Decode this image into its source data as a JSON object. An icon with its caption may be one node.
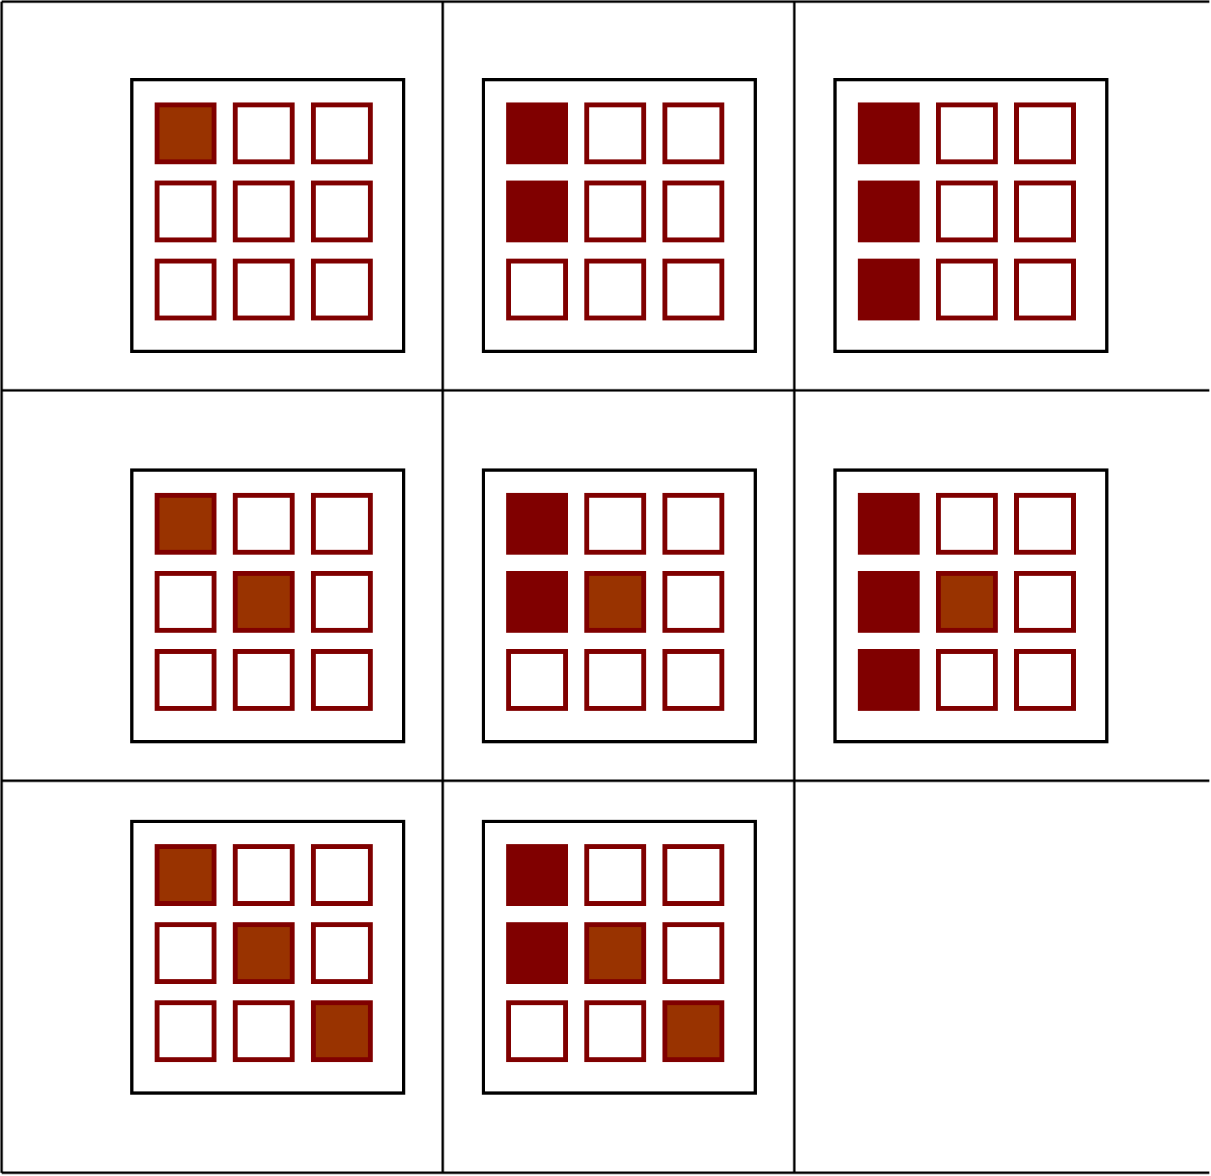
{
  "diagram": {
    "nodes": [
      {
        "text": [],
        "shape": "box"
      },
      {
        "text": [],
        "shape": "box",
        "in": 0
      },
      {
        "text": [],
        "shape": "box",
        "in": 0
      },
      {
        "text": [],
        "shape": "box",
        "in": 0
      },
      {
        "text": [],
        "shape": "box",
        "in": 0
      },
      {
        "text": [],
        "shape": "box",
        "in": 0
      },
      {
        "text": [],
        "shape": "box",
        "in": 0
      },
      {
        "text": [],
        "shape": "box",
        "in": 0
      },
      {
        "text": [],
        "shape": "box",
        "in": 0
      },
      {
        "text": [],
        "shape": "box",
        "in": 0
      },
      {
        "text": [],
        "shape": "box"
      },
      {
        "text": [],
        "shape": "box",
        "in": 10
      },
      {
        "text": [],
        "shape": "box",
        "in": 10
      },
      {
        "text": [],
        "shape": "box",
        "in": 10
      },
      {
        "text": [],
        "shape": "box",
        "in": 10
      },
      {
        "text": [],
        "shape": "box",
        "in": 10
      },
      {
        "text": [],
        "shape": "box",
        "in": 10
      },
      {
        "text": [],
        "shape": "box",
        "in": 10
      },
      {
        "text": [],
        "shape": "box",
        "in": 10
      },
      {
        "text": [],
        "shape": "box",
        "in": 10
      },
      {
        "text": [],
        "shape": "box"
      },
      {
        "text": [],
        "shape": "box",
        "in": 20
      },
      {
        "text": [],
        "shape": "box",
        "in": 20
      },
      {
        "text": [],
        "shape": "box",
        "in": 20
      },
      {
        "text": [],
        "shape": "box",
        "in": 20
      },
      {
        "text": [],
        "shape": "box",
        "in": 20
      },
      {
        "text": [],
        "shape": "box",
        "in": 20
      },
      {
        "text": [],
        "shape": "box",
        "in": 20
      },
      {
        "text": [],
        "shape": "box",
        "in": 20
      },
      {
        "text": [],
        "shape": "box",
        "in": 20
      },
      {
        "text": [],
        "shape": "box"
      },
      {
        "text": [],
        "shape": "box",
        "in": 30
      },
      {
        "text": [],
        "shape": "box",
        "in": 30
      },
      {
        "text": [],
        "shape": "box",
        "in": 30
      },
      {
        "text": [],
        "shape": "box",
        "in": 30
      },
      {
        "text": [],
        "shape": "box",
        "in": 30
      },
      {
        "text": [],
        "shape": "box",
        "in": 30
      },
      {
        "text": [],
        "shape": "box",
        "in": 30
      },
      {
        "text": [],
        "shape": "box",
        "in": 30
      },
      {
        "text": [],
        "shape": "box",
        "in": 30
      },
      {
        "text": [],
        "shape": "box"
      },
      {
        "text": [],
        "shape": "box",
        "in": 40
      },
      {
        "text": [],
        "shape": "box",
        "in": 40
      },
      {
        "text": [],
        "shape": "box",
        "in": 40
      },
      {
        "text": [],
        "shape": "box",
        "in": 40
      },
      {
        "text": [],
        "shape": "box",
        "in": 40
      },
      {
        "text": [],
        "shape": "box",
        "in": 40
      },
      {
        "text": [],
        "shape": "box",
        "in": 40
      },
      {
        "text": [],
        "shape": "box",
        "in": 40
      },
      {
        "text": [],
        "shape": "box",
        "in": 40
      },
      {
        "text": [],
        "shape": "box"
      },
      {
        "text": [],
        "shape": "box",
        "in": 50
      },
      {
        "text": [],
        "shape": "box",
        "in": 50
      },
      {
        "text": [],
        "shape": "box",
        "in": 50
      },
      {
        "text": [],
        "shape": "box",
        "in": 50
      },
      {
        "text": [],
        "shape": "box",
        "in": 50
      },
      {
        "text": [],
        "shape": "box",
        "in": 50
      },
      {
        "text": [],
        "shape": "box",
        "in": 50
      },
      {
        "text": [],
        "shape": "box",
        "in": 50
      },
      {
        "text": [],
        "shape": "box",
        "in": 50
      },
      {
        "text": [],
        "shape": "box"
      },
      {
        "text": [],
        "shape": "box",
        "in": 60
      },
      {
        "text": [],
        "shape": "box",
        "in": 60
      },
      {
        "text": [],
        "shape": "box",
        "in": 60
      },
      {
        "text": [],
        "shape": "box",
        "in": 60
      },
      {
        "text": [],
        "shape": "box",
        "in": 60
      },
      {
        "text": [],
        "shape": "box",
        "in": 60
      },
      {
        "text": [],
        "shape": "box",
        "in": 60
      },
      {
        "text": [],
        "shape": "box",
        "in": 60
      },
      {
        "text": [],
        "shape": "box",
        "in": 60
      },
      {
        "text": [],
        "shape": "box"
      },
      {
        "text": [],
        "shape": "box",
        "in": 70
      },
      {
        "text": [],
        "shape": "box",
        "in": 70
      },
      {
        "text": [],
        "shape": "box",
        "in": 70
      },
      {
        "text": [],
        "shape": "box",
        "in": 70
      },
      {
        "text": [],
        "shape": "box",
        "in": 70
      },
      {
        "text": [],
        "shape": "box",
        "in": 70
      },
      {
        "text": [],
        "shape": "box",
        "in": 70
      },
      {
        "text": [],
        "shape": "box",
        "in": 70
      },
      {
        "text": [],
        "shape": "box",
        "in": 70
      }
    ]
  }
}
